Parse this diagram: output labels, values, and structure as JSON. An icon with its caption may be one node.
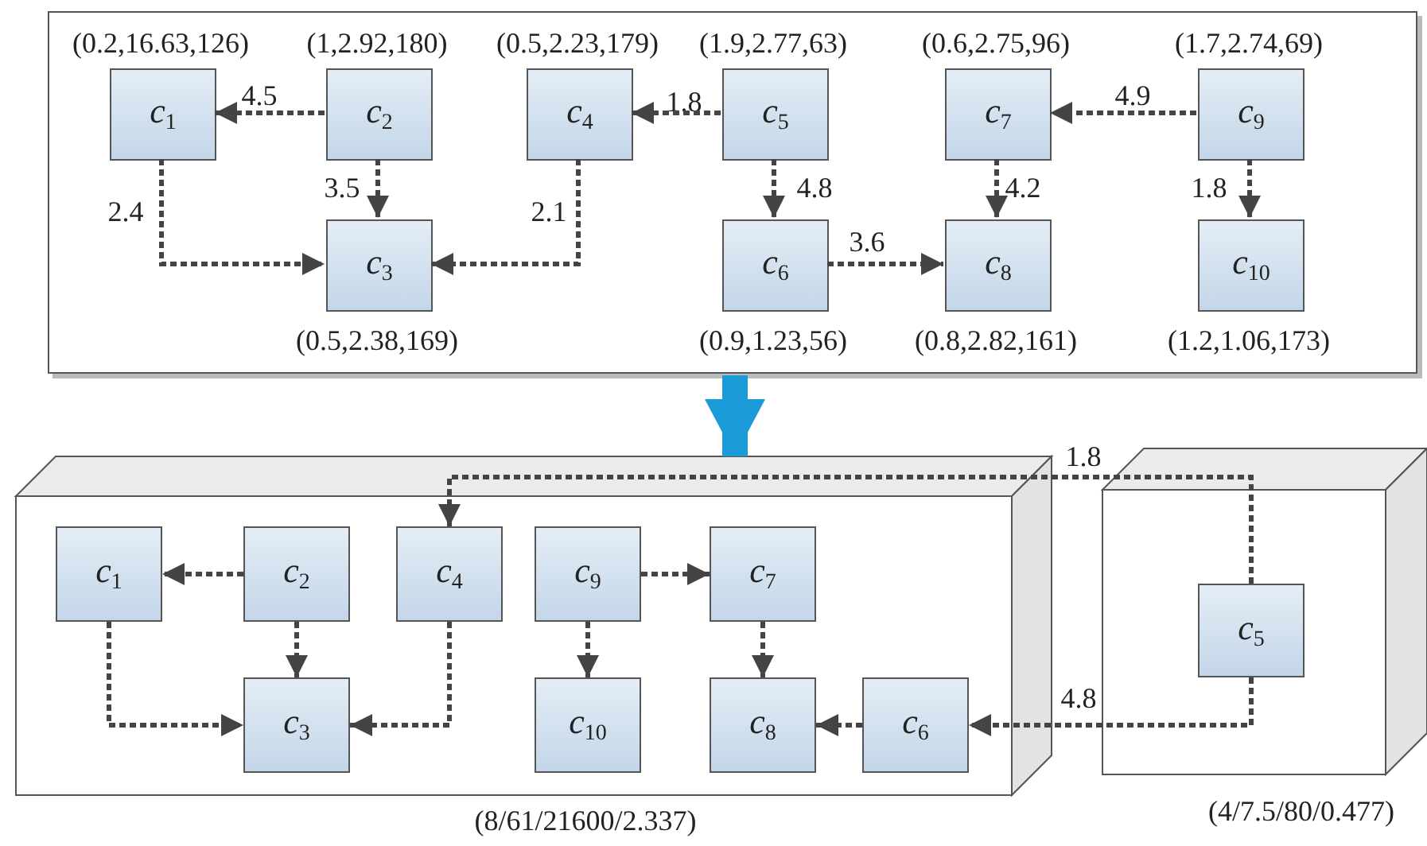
{
  "diagram": {
    "nodes": [
      {
        "text": [],
        "shape": "box"
      },
      {
        "text": [
          "*c*$_{1}$"
        ],
        "in": 0,
        "beside": [
          "(0.2,16.63,126)"
        ]
      },
      {
        "text": [
          "*c*$_{2}$"
        ],
        "in": 0,
        "beside": [
          "(1,2.92,180)"
        ]
      },
      {
        "text": [
          "*c*$_{4}$"
        ],
        "in": 0,
        "beside": [
          "(0.5,2.23,179)"
        ]
      },
      {
        "text": [
          "*c*$_{5}$"
        ],
        "in": 0,
        "beside": [
          "(1.9,2.77,63)"
        ]
      },
      {
        "text": [
          "*c*$_{7}$"
        ],
        "in": 0,
        "beside": [
          "(0.6,2.75,96)"
        ]
      },
      {
        "text": [
          "*c*$_{9}$"
        ],
        "in": 0,
        "beside": [
          "(1.7,2.74,69)"
        ]
      },
      {
        "text": [
          "*c*$_{3}$"
        ],
        "in": 0,
        "beside": [
          "(0.5,2.38,169)"
        ]
      },
      {
        "text": [
          "*c*$_{6}$"
        ],
        "in": 0,
        "beside": [
          "(0.9,1.23,56)"
        ]
      },
      {
        "text": [
          "*c*$_{8}$"
        ],
        "in": 0,
        "beside": [
          "(0.8,2.82,161)"
        ]
      },
      {
        "text": [
          "*c*$_{10}$"
        ],
        "in": 0,
        "beside": [
          "(1.2,1.06,173)"
        ]
      },
      {
        "text": [],
        "shape": "box",
        "beside": [
          "(8/61/21600/2.337)"
        ]
      },
      {
        "text": [
          "*c*$_{1}$"
        ],
        "in": 11
      },
      {
        "text": [
          "*c*$_{2}$"
        ],
        "in": 11
      },
      {
        "text": [
          "*c*$_{4}$"
        ],
        "in": 11
      },
      {
        "text": [
          "*c*$_{9}$"
        ],
        "in": 11
      },
      {
        "text": [
          "*c*$_{7}$"
        ],
        "in": 11
      },
      {
        "text": [
          "*c*$_{3}$"
        ],
        "in": 11
      },
      {
        "text": [
          "*c*$_{10}$"
        ],
        "in": 11
      },
      {
        "text": [
          "*c*$_{8}$"
        ],
        "in": 11
      },
      {
        "text": [
          "*c*$_{6}$"
        ],
        "in": 11
      },
      {
        "text": [],
        "shape": "box",
        "beside": [
          "(4/7.5/80/0.477)"
        ]
      },
      {
        "text": [
          "*c*$_{5}$"
        ],
        "in": 21
      }
    ],
    "edges": [
      {
        "from": 2,
        "to": 1,
        "arrow": "to",
        "label": "4.5",
        "style": "dashed"
      },
      {
        "from": 2,
        "to": 7,
        "arrow": "to",
        "label": "3.5",
        "style": "dashed"
      },
      {
        "from": 1,
        "to": 7,
        "arrow": "to",
        "label": "2.4",
        "style": "dashed"
      },
      {
        "from": 3,
        "to": 7,
        "arrow": "to",
        "label": "2.1",
        "style": "dashed"
      },
      {
        "from": 4,
        "to": 3,
        "arrow": "to",
        "label": "1.8",
        "style": "dashed"
      },
      {
        "from": 4,
        "to": 8,
        "arrow": "to",
        "label": "4.8",
        "style": "dashed"
      },
      {
        "from": 8,
        "to": 9,
        "arrow": "to",
        "label": "3.6",
        "style": "dashed"
      },
      {
        "from": 6,
        "to": 5,
        "arrow": "to",
        "label": "4.9",
        "style": "dashed"
      },
      {
        "from": 5,
        "to": 9,
        "arrow": "to",
        "label": "4.2",
        "style": "dashed"
      },
      {
        "from": 6,
        "to": 10,
        "arrow": "to",
        "label": "1.8",
        "style": "dashed"
      },
      {
        "from": 0,
        "to": 11,
        "arrow": "to",
        "style": "thick",
        "color": "#1a9bd7"
      },
      {
        "from": 13,
        "to": 12,
        "arrow": "to",
        "style": "dashed"
      },
      {
        "from": 13,
        "to": 17,
        "arrow": "to",
        "style": "dashed"
      },
      {
        "from": 12,
        "to": 17,
        "arrow": "to",
        "style": "dashed"
      },
      {
        "from": 14,
        "to": 17,
        "arrow": "to",
        "style": "dashed"
      },
      {
        "from": 15,
        "to": 16,
        "arrow": "to",
        "style": "dashed"
      },
      {
        "from": 15,
        "to": 18,
        "arrow": "to",
        "style": "dashed"
      },
      {
        "from": 16,
        "to": 19,
        "arrow": "to",
        "style": "dashed"
      },
      {
        "from": 20,
        "to": 19,
        "arrow": "to",
        "style": "dashed"
      },
      {
        "from": 22,
        "to": 14,
        "arrow": "to",
        "label": "1.8",
        "style": "dashed"
      },
      {
        "from": 22,
        "to": 20,
        "arrow": "to",
        "label": "4.8",
        "style": "dashed"
      }
    ]
  }
}
